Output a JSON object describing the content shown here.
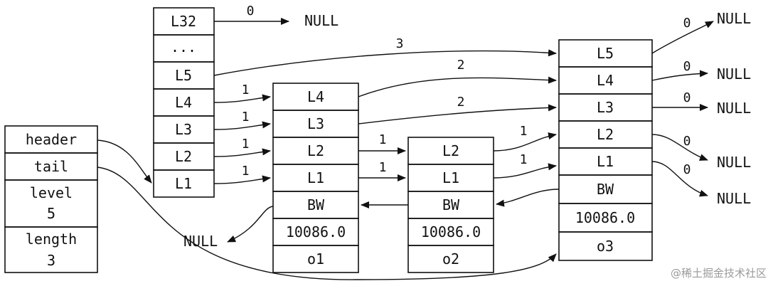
{
  "list": {
    "header": "header",
    "tail": "tail",
    "level_label": "level",
    "level_value": "5",
    "length_label": "length",
    "length_value": "3"
  },
  "header_node": [
    "L32",
    "...",
    "L5",
    "L4",
    "L3",
    "L2",
    "L1"
  ],
  "node_o1": {
    "levels": [
      "L4",
      "L3",
      "L2",
      "L1"
    ],
    "backward": "BW",
    "score": "10086.0",
    "obj": "o1"
  },
  "node_o2": {
    "levels": [
      "L2",
      "L1"
    ],
    "backward": "BW",
    "score": "10086.0",
    "obj": "o2"
  },
  "node_o3": {
    "levels": [
      "L5",
      "L4",
      "L3",
      "L2",
      "L1"
    ],
    "backward": "BW",
    "score": "10086.0",
    "obj": "o3"
  },
  "null_text": "NULL",
  "spans": {
    "hdr_l32": "0",
    "hdr_l5": "3",
    "hdr_l4": "1",
    "hdr_l3": "1",
    "hdr_l2": "1",
    "hdr_l1": "1",
    "o1_l4": "2",
    "o1_l3": "2",
    "o1_l2": "1",
    "o1_l1": "1",
    "o2_l2": "1",
    "o2_l1": "1",
    "o3_l5": "0",
    "o3_l4": "0",
    "o3_l3": "0",
    "o3_l2": "0",
    "o3_l1": "0"
  },
  "watermark": "@稀土掘金技术社区"
}
